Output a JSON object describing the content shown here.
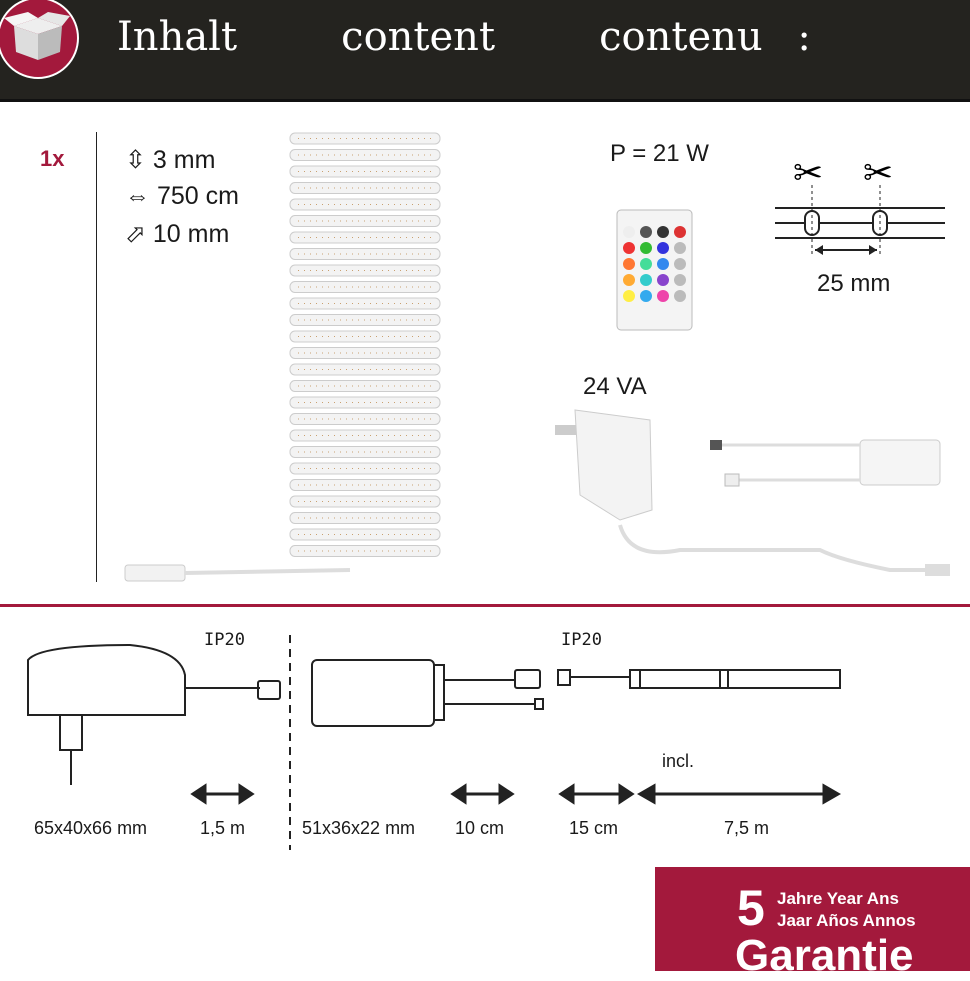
{
  "header": {
    "title": "Inhalt   content   contenu :",
    "icon": "open-box-icon"
  },
  "contents": {
    "quantity": "1x",
    "specs": [
      {
        "icon": "height-arrow-icon",
        "glyph": "⇳",
        "value": "3 mm"
      },
      {
        "icon": "length-arrow-icon",
        "glyph": "⇔",
        "value": "750 cm"
      },
      {
        "icon": "width-arrow-icon",
        "glyph": "⬀",
        "value": "10 mm"
      }
    ],
    "power": "P = 21 W",
    "cut_interval": "25 mm",
    "adapter_rating": "24 VA"
  },
  "diagram": {
    "ip_left": "IP20",
    "ip_right": "IP20",
    "incl": "incl.",
    "dims": [
      "65x40x66 mm",
      "1,5 m",
      "51x36x22 mm",
      "10 cm",
      "15 cm",
      "7,5 m"
    ]
  },
  "warranty": {
    "years": "5",
    "line1": "Jahre Year Ans",
    "line2": "Jaar Años Annos",
    "label": "Garantie"
  },
  "colors": {
    "brand": "#a3193c",
    "header": "#24231f"
  }
}
